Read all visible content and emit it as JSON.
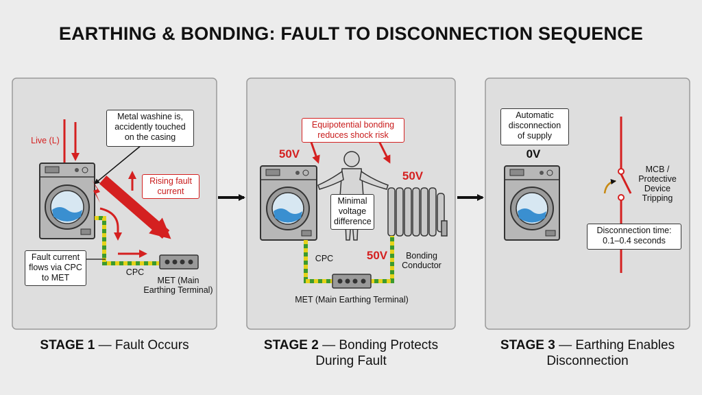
{
  "title": "EARTHING & BONDING: FAULT TO DISCONNECTION SEQUENCE",
  "stage1": {
    "caption_num": "STAGE 1",
    "caption_text": "— Fault Occurs",
    "live_label": "Live (L)",
    "callout_touch": "Metal washine is, accidently touched on the casing",
    "callout_rising": "Rising fault current",
    "callout_flow": "Fault current flows via CPC to MET",
    "cpc_label": "CPC",
    "met_label": "MET (Main Earthing Terminal)"
  },
  "stage2": {
    "caption_num": "STAGE 2",
    "caption_text": "— Bonding Protects During Fault",
    "callout_bonding": "Equipotential bonding reduces shock risk",
    "callout_minimal": "Minimal voltage difference",
    "voltage_left": "50V",
    "voltage_right": "50V",
    "voltage_bottom": "50V",
    "cpc_label": "CPC",
    "bonding_label": "Bonding Conductor",
    "met_label": "MET (Main Earthing Terminal)"
  },
  "stage3": {
    "caption_num": "STAGE 3",
    "caption_text": "— Earthing Enables Disconnection",
    "callout_auto": "Automatic disconnection of supply",
    "voltage": "0V",
    "mcb_label": "MCB / Protective Device Tripping",
    "callout_time": "Disconnection time: 0.1–0.4 seconds"
  },
  "colors": {
    "fault_red": "#d42020",
    "earth_green": "#3c9a2e",
    "earth_yellow": "#e6d21a",
    "panel_bg": "#dedede"
  }
}
